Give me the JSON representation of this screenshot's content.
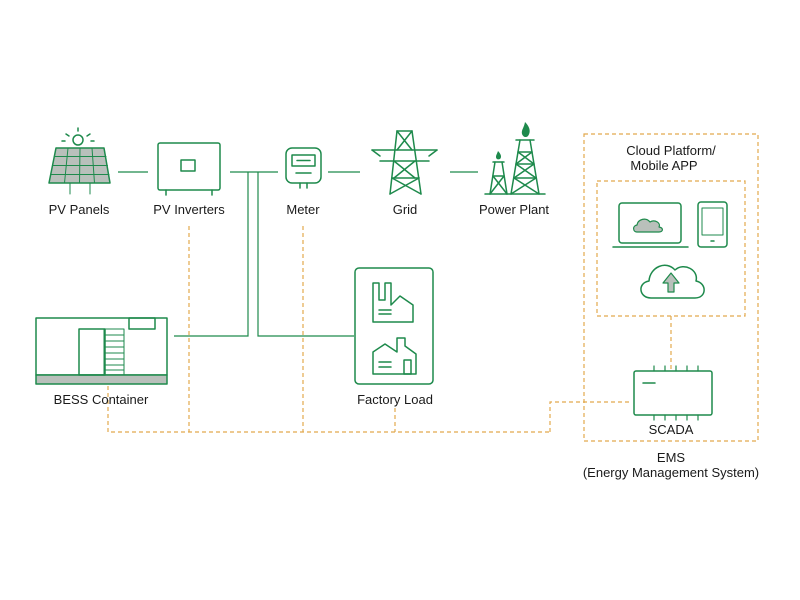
{
  "nodes": {
    "pv_panels": "PV Panels",
    "pv_inverters": "PV Inverters",
    "meter": "Meter",
    "grid": "Grid",
    "power_plant": "Power Plant",
    "bess_container": "BESS Container",
    "factory_load": "Factory Load",
    "scada": "SCADA",
    "cloud_platform_line1": "Cloud Platform/",
    "cloud_platform_line2": "Mobile APP",
    "ems_line1": "EMS",
    "ems_line2": "(Energy Management System)"
  },
  "colors": {
    "power_line": "#1e8a4c",
    "communication_line": "#e2a94d",
    "background": "#ffffff"
  },
  "icons": [
    "solar-panel-icon",
    "inverter-icon",
    "meter-icon",
    "transmission-tower-icon",
    "power-plant-icon",
    "battery-container-icon",
    "factory-icon",
    "laptop-icon",
    "tablet-icon",
    "cloud-upload-icon",
    "scada-controller-icon"
  ]
}
